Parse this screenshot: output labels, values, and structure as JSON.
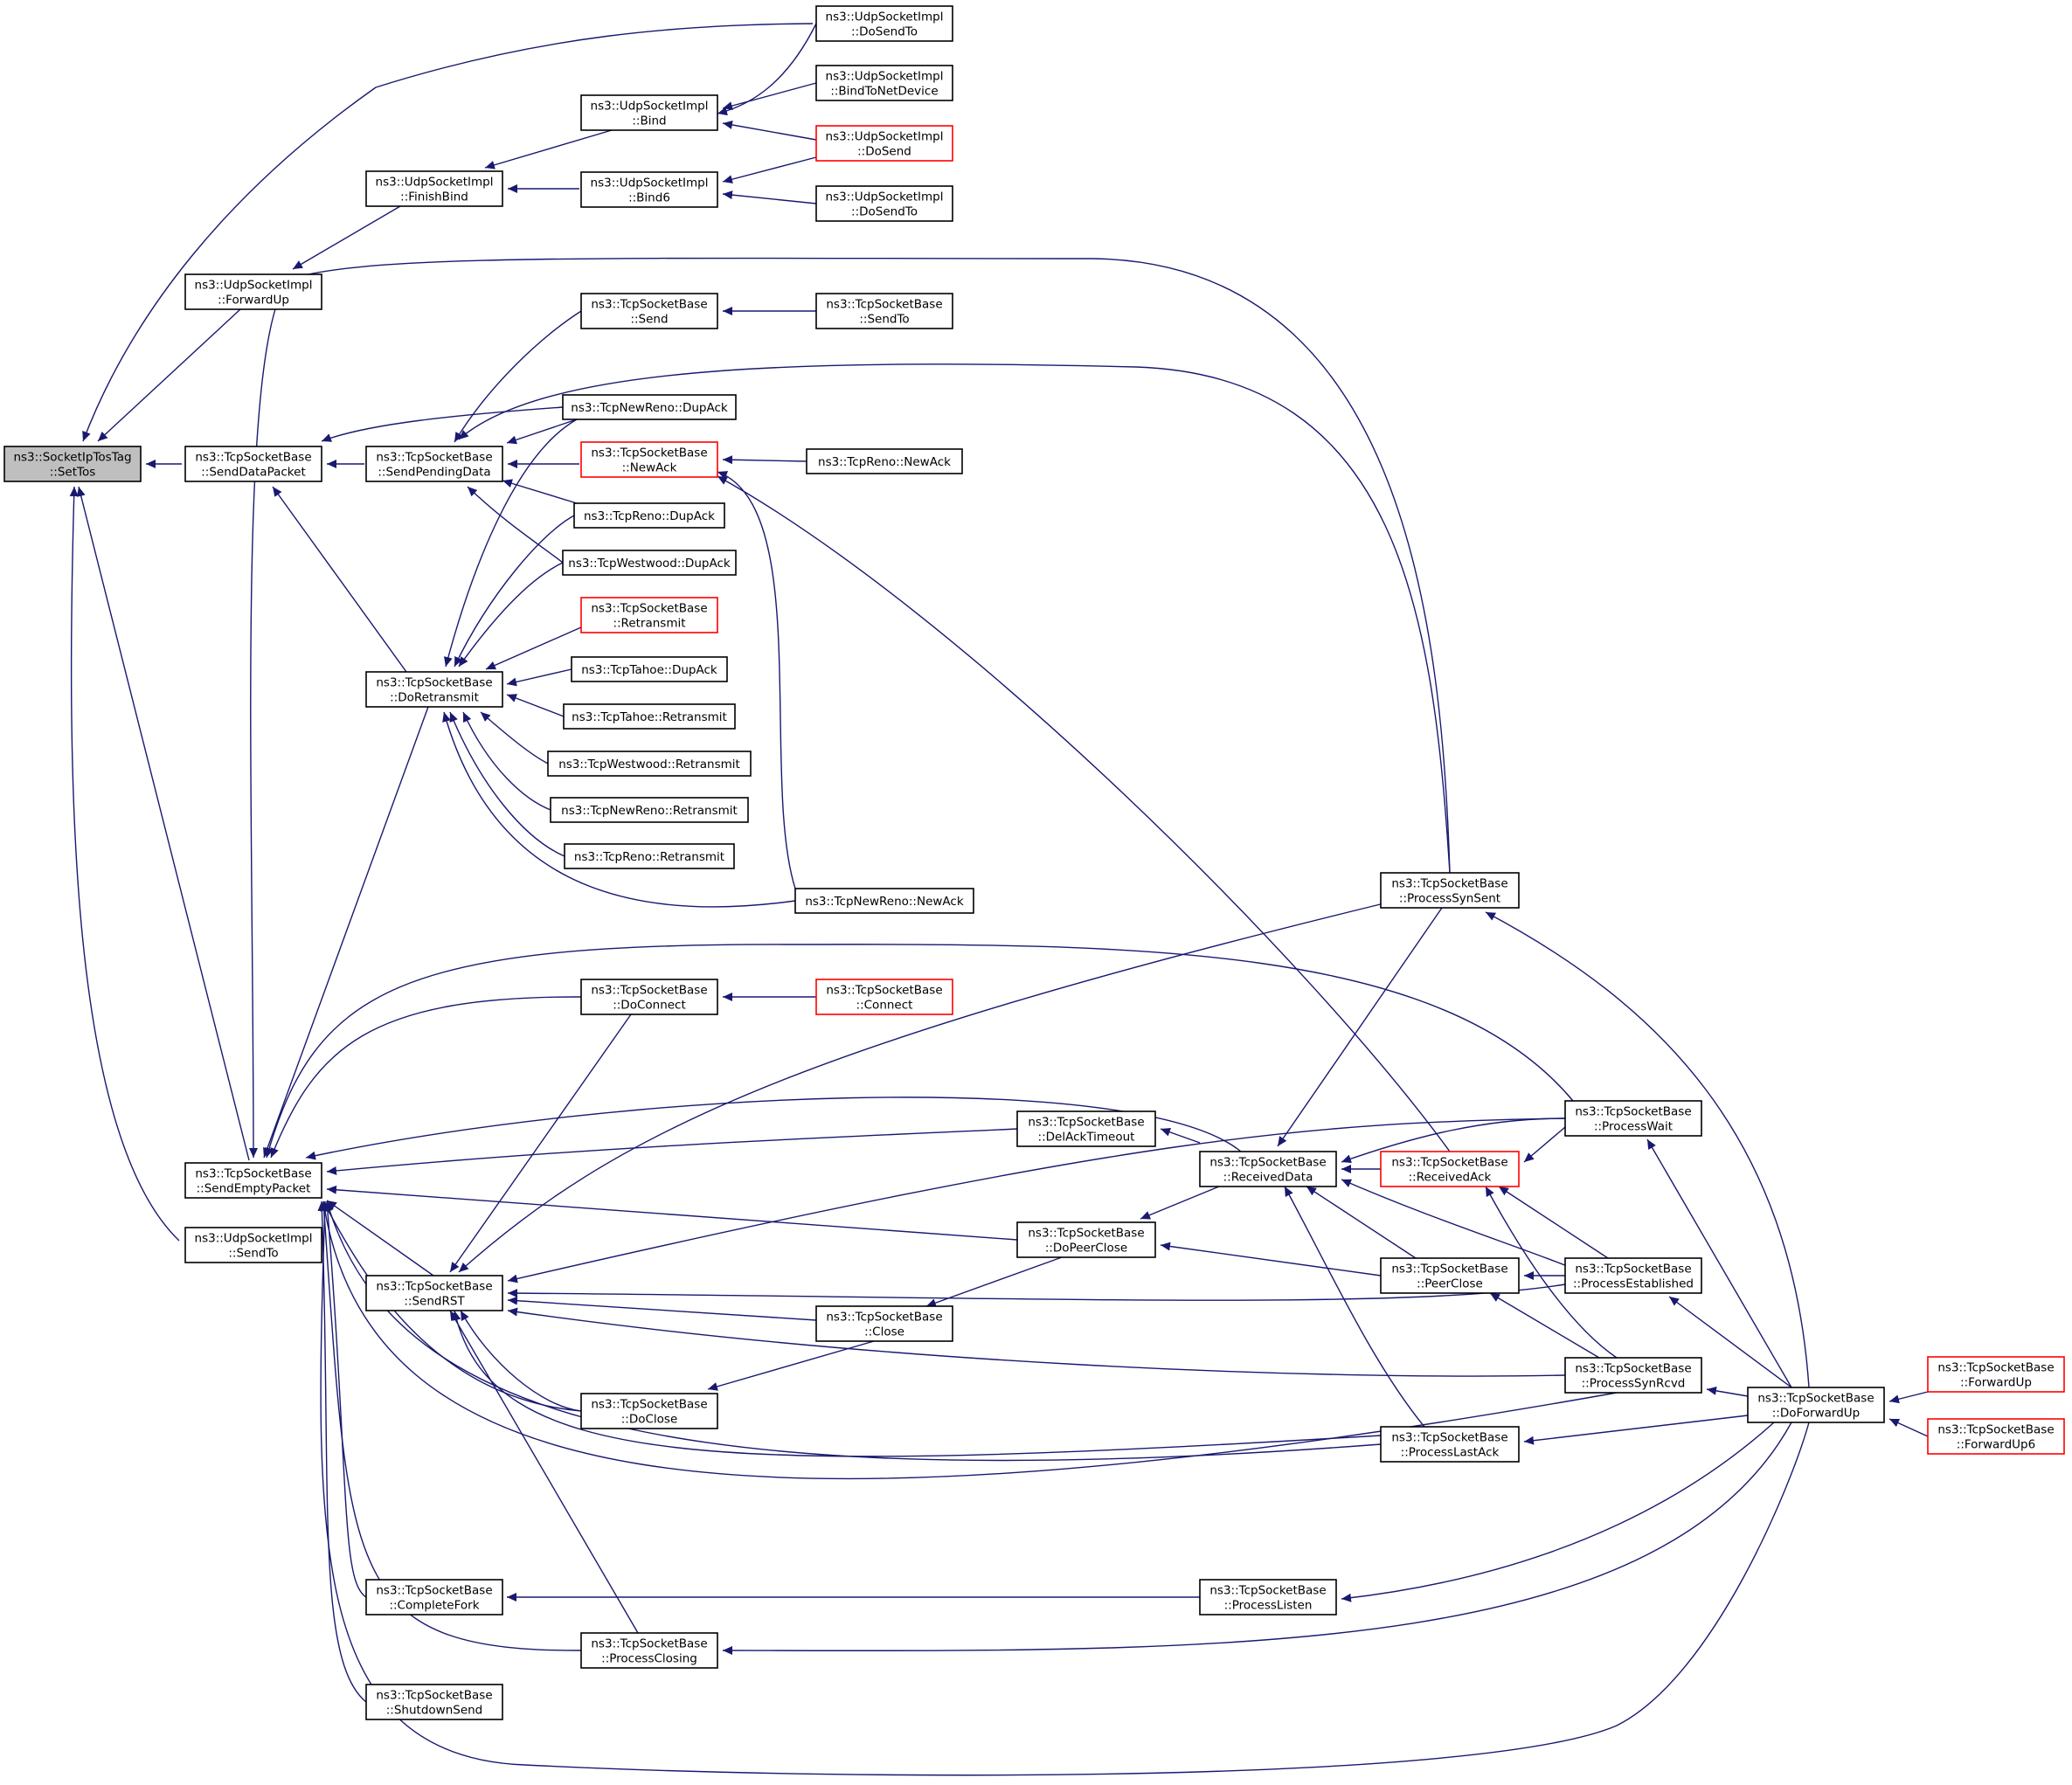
{
  "diagram": {
    "type": "doxygen-caller-graph",
    "colors": {
      "edge": "#191970",
      "root_fill": "#bfbfbf",
      "node_border": "#000000",
      "incomplete_border": "#ff0000",
      "background": "#ffffff"
    },
    "nodes": [
      {
        "id": "settos",
        "lines": [
          "ns3::SocketIpTosTag",
          "::SetTos"
        ],
        "root": true
      },
      {
        "id": "forwardup_udp",
        "lines": [
          "ns3::UdpSocketImpl",
          "::ForwardUp"
        ]
      },
      {
        "id": "senddatapacket",
        "lines": [
          "ns3::TcpSocketBase",
          "::SendDataPacket"
        ]
      },
      {
        "id": "sendemptypacket",
        "lines": [
          "ns3::TcpSocketBase",
          "::SendEmptyPacket"
        ]
      },
      {
        "id": "sendto_udp_left",
        "lines": [
          "ns3::UdpSocketImpl",
          "::SendTo"
        ]
      },
      {
        "id": "finishbind",
        "lines": [
          "ns3::UdpSocketImpl",
          "::FinishBind"
        ]
      },
      {
        "id": "sendpendingdata",
        "lines": [
          "ns3::TcpSocketBase",
          "::SendPendingData"
        ]
      },
      {
        "id": "doretransmit",
        "lines": [
          "ns3::TcpSocketBase",
          "::DoRetransmit"
        ]
      },
      {
        "id": "sendrst",
        "lines": [
          "ns3::TcpSocketBase",
          "::SendRST"
        ]
      },
      {
        "id": "completefork",
        "lines": [
          "ns3::TcpSocketBase",
          "::CompleteFork"
        ]
      },
      {
        "id": "shutdownsend",
        "lines": [
          "ns3::TcpSocketBase",
          "::ShutdownSend"
        ]
      },
      {
        "id": "bind",
        "lines": [
          "ns3::UdpSocketImpl",
          "::Bind"
        ]
      },
      {
        "id": "bind6",
        "lines": [
          "ns3::UdpSocketImpl",
          "::Bind6"
        ]
      },
      {
        "id": "send_tcp",
        "lines": [
          "ns3::TcpSocketBase",
          "::Send"
        ]
      },
      {
        "id": "newreno_dupack",
        "lines": [
          "ns3::TcpNewReno::DupAck"
        ]
      },
      {
        "id": "newack",
        "lines": [
          "ns3::TcpSocketBase",
          "::NewAck"
        ],
        "red": true
      },
      {
        "id": "reno_dupack",
        "lines": [
          "ns3::TcpReno::DupAck"
        ]
      },
      {
        "id": "westwood_dupack",
        "lines": [
          "ns3::TcpWestwood::DupAck"
        ]
      },
      {
        "id": "retransmit",
        "lines": [
          "ns3::TcpSocketBase",
          "::Retransmit"
        ],
        "red": true
      },
      {
        "id": "tahoe_dupack",
        "lines": [
          "ns3::TcpTahoe::DupAck"
        ]
      },
      {
        "id": "tahoe_retransmit",
        "lines": [
          "ns3::TcpTahoe::Retransmit"
        ]
      },
      {
        "id": "westwood_retransmit",
        "lines": [
          "ns3::TcpWestwood::Retransmit"
        ]
      },
      {
        "id": "newreno_retransmit",
        "lines": [
          "ns3::TcpNewReno::Retransmit"
        ]
      },
      {
        "id": "reno_retransmit",
        "lines": [
          "ns3::TcpReno::Retransmit"
        ]
      },
      {
        "id": "newreno_newack",
        "lines": [
          "ns3::TcpNewReno::NewAck"
        ]
      },
      {
        "id": "doconnect",
        "lines": [
          "ns3::TcpSocketBase",
          "::DoConnect"
        ]
      },
      {
        "id": "doclose",
        "lines": [
          "ns3::TcpSocketBase",
          "::DoClose"
        ]
      },
      {
        "id": "processclosing",
        "lines": [
          "ns3::TcpSocketBase",
          "::ProcessClosing"
        ]
      },
      {
        "id": "dosendto1",
        "lines": [
          "ns3::UdpSocketImpl",
          "::DoSendTo"
        ]
      },
      {
        "id": "bindtonetdevice",
        "lines": [
          "ns3::UdpSocketImpl",
          "::BindToNetDevice"
        ]
      },
      {
        "id": "dosend",
        "lines": [
          "ns3::UdpSocketImpl",
          "::DoSend"
        ],
        "red": true
      },
      {
        "id": "dosendto2",
        "lines": [
          "ns3::UdpSocketImpl",
          "::DoSendTo"
        ]
      },
      {
        "id": "sendto_tcp",
        "lines": [
          "ns3::TcpSocketBase",
          "::SendTo"
        ]
      },
      {
        "id": "reno_newack",
        "lines": [
          "ns3::TcpReno::NewAck"
        ]
      },
      {
        "id": "connect",
        "lines": [
          "ns3::TcpSocketBase",
          "::Connect"
        ],
        "red": true
      },
      {
        "id": "close",
        "lines": [
          "ns3::TcpSocketBase",
          "::Close"
        ]
      },
      {
        "id": "delacktimeout",
        "lines": [
          "ns3::TcpSocketBase",
          "::DelAckTimeout"
        ]
      },
      {
        "id": "dopeerclose",
        "lines": [
          "ns3::TcpSocketBase",
          "::DoPeerClose"
        ]
      },
      {
        "id": "receiveddata",
        "lines": [
          "ns3::TcpSocketBase",
          "::ReceivedData"
        ]
      },
      {
        "id": "processlisten",
        "lines": [
          "ns3::TcpSocketBase",
          "::ProcessListen"
        ]
      },
      {
        "id": "processsynsent",
        "lines": [
          "ns3::TcpSocketBase",
          "::ProcessSynSent"
        ]
      },
      {
        "id": "receivedack",
        "lines": [
          "ns3::TcpSocketBase",
          "::ReceivedAck"
        ],
        "red": true
      },
      {
        "id": "peerclose",
        "lines": [
          "ns3::TcpSocketBase",
          "::PeerClose"
        ]
      },
      {
        "id": "processlastack",
        "lines": [
          "ns3::TcpSocketBase",
          "::ProcessLastAck"
        ]
      },
      {
        "id": "processwait",
        "lines": [
          "ns3::TcpSocketBase",
          "::ProcessWait"
        ]
      },
      {
        "id": "processestablished",
        "lines": [
          "ns3::TcpSocketBase",
          "::ProcessEstablished"
        ]
      },
      {
        "id": "processsynrcvd",
        "lines": [
          "ns3::TcpSocketBase",
          "::ProcessSynRcvd"
        ]
      },
      {
        "id": "doforwardup",
        "lines": [
          "ns3::TcpSocketBase",
          "::DoForwardUp"
        ]
      },
      {
        "id": "forwardup_tcp",
        "lines": [
          "ns3::TcpSocketBase",
          "::ForwardUp"
        ],
        "red": true
      },
      {
        "id": "forwardup6_tcp",
        "lines": [
          "ns3::TcpSocketBase",
          "::ForwardUp6"
        ],
        "red": true
      }
    ],
    "edges": [
      [
        "settos",
        "dosendto1"
      ],
      [
        "settos",
        "forwardup_udp"
      ],
      [
        "settos",
        "senddatapacket"
      ],
      [
        "settos",
        "sendemptypacket"
      ],
      [
        "settos",
        "sendto_udp_left"
      ],
      [
        "forwardup_udp",
        "finishbind"
      ],
      [
        "finishbind",
        "bind"
      ],
      [
        "finishbind",
        "bind6"
      ],
      [
        "bind",
        "dosendto1"
      ],
      [
        "bind",
        "bindtonetdevice"
      ],
      [
        "bind",
        "dosend"
      ],
      [
        "bind6",
        "dosend"
      ],
      [
        "bind6",
        "dosendto2"
      ],
      [
        "senddatapacket",
        "sendpendingdata"
      ],
      [
        "senddatapacket",
        "newreno_dupack"
      ],
      [
        "senddatapacket",
        "doretransmit"
      ],
      [
        "sendpendingdata",
        "send_tcp"
      ],
      [
        "sendpendingdata",
        "newreno_dupack"
      ],
      [
        "sendpendingdata",
        "newack"
      ],
      [
        "sendpendingdata",
        "reno_dupack"
      ],
      [
        "sendpendingdata",
        "westwood_dupack"
      ],
      [
        "sendpendingdata",
        "processsynsent"
      ],
      [
        "send_tcp",
        "sendto_tcp"
      ],
      [
        "newack",
        "reno_newack"
      ],
      [
        "newack",
        "newreno_newack"
      ],
      [
        "newack",
        "receivedack"
      ],
      [
        "doretransmit",
        "newreno_dupack"
      ],
      [
        "doretransmit",
        "reno_dupack"
      ],
      [
        "doretransmit",
        "westwood_dupack"
      ],
      [
        "doretransmit",
        "retransmit"
      ],
      [
        "doretransmit",
        "tahoe_dupack"
      ],
      [
        "doretransmit",
        "tahoe_retransmit"
      ],
      [
        "doretransmit",
        "westwood_retransmit"
      ],
      [
        "doretransmit",
        "newreno_retransmit"
      ],
      [
        "doretransmit",
        "reno_retransmit"
      ],
      [
        "doretransmit",
        "newreno_newack"
      ],
      [
        "sendemptypacket",
        "doretransmit"
      ],
      [
        "sendemptypacket",
        "processsynsent"
      ],
      [
        "sendemptypacket",
        "processwait"
      ],
      [
        "sendemptypacket",
        "doconnect"
      ],
      [
        "sendemptypacket",
        "receiveddata"
      ],
      [
        "sendemptypacket",
        "delacktimeout"
      ],
      [
        "sendemptypacket",
        "dopeerclose"
      ],
      [
        "sendemptypacket",
        "sendrst"
      ],
      [
        "sendemptypacket",
        "doclose"
      ],
      [
        "sendemptypacket",
        "processlastack"
      ],
      [
        "sendemptypacket",
        "processsynrcvd"
      ],
      [
        "sendemptypacket",
        "completefork"
      ],
      [
        "sendemptypacket",
        "processclosing"
      ],
      [
        "sendemptypacket",
        "shutdownsend"
      ],
      [
        "sendemptypacket",
        "doforwardup"
      ],
      [
        "doconnect",
        "connect"
      ],
      [
        "delacktimeout",
        "receiveddata"
      ],
      [
        "dopeerclose",
        "receiveddata"
      ],
      [
        "dopeerclose",
        "peerclose"
      ],
      [
        "close",
        "dopeerclose"
      ],
      [
        "doclose",
        "close"
      ],
      [
        "sendrst",
        "doconnect"
      ],
      [
        "sendrst",
        "processsynsent"
      ],
      [
        "sendrst",
        "processwait"
      ],
      [
        "sendrst",
        "processestablished"
      ],
      [
        "sendrst",
        "close"
      ],
      [
        "sendrst",
        "processsynrcvd"
      ],
      [
        "sendrst",
        "doclose"
      ],
      [
        "sendrst",
        "processlastack"
      ],
      [
        "sendrst",
        "processclosing"
      ],
      [
        "completefork",
        "processlisten"
      ],
      [
        "receiveddata",
        "processsynsent"
      ],
      [
        "receiveddata",
        "receivedack"
      ],
      [
        "receiveddata",
        "processwait"
      ],
      [
        "receiveddata",
        "peerclose"
      ],
      [
        "receiveddata",
        "processestablished"
      ],
      [
        "receiveddata",
        "processlastack"
      ],
      [
        "receivedack",
        "processwait"
      ],
      [
        "receivedack",
        "processestablished"
      ],
      [
        "receivedack",
        "processsynrcvd"
      ],
      [
        "peerclose",
        "processestablished"
      ],
      [
        "peerclose",
        "processsynrcvd"
      ],
      [
        "processsynsent",
        "doforwardup"
      ],
      [
        "processwait",
        "doforwardup"
      ],
      [
        "processestablished",
        "doforwardup"
      ],
      [
        "processsynrcvd",
        "doforwardup"
      ],
      [
        "processlastack",
        "doforwardup"
      ],
      [
        "processlisten",
        "doforwardup"
      ],
      [
        "processclosing",
        "doforwardup"
      ],
      [
        "doforwardup",
        "forwardup_tcp"
      ],
      [
        "doforwardup",
        "forwardup6_tcp"
      ]
    ]
  }
}
